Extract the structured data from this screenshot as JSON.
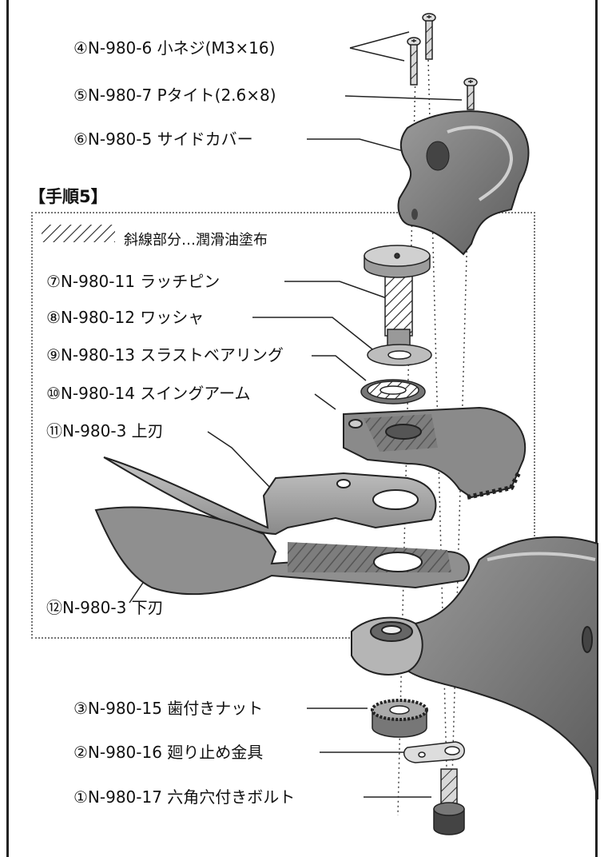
{
  "step_title": "【手順5】",
  "legend": {
    "text": "斜線部分…潤滑油塗布"
  },
  "parts": [
    {
      "id": "p4",
      "label": "④N-980-6 小ネジ(M3×16)"
    },
    {
      "id": "p5",
      "label": "⑤N-980-7 Pタイト(2.6×8)"
    },
    {
      "id": "p6",
      "label": "⑥N-980-5 サイドカバー"
    },
    {
      "id": "p7",
      "label": "⑦N-980-11 ラッチピン"
    },
    {
      "id": "p8",
      "label": "⑧N-980-12 ワッシャ"
    },
    {
      "id": "p9",
      "label": "⑨N-980-13 スラストベアリング"
    },
    {
      "id": "p10",
      "label": "⑩N-980-14 スイングアーム"
    },
    {
      "id": "p11",
      "label": "⑪N-980-3 上刃"
    },
    {
      "id": "p12",
      "label": "⑫N-980-3 下刃"
    },
    {
      "id": "p3",
      "label": "③N-980-15 歯付きナット"
    },
    {
      "id": "p2",
      "label": "②N-980-16 廻り止め金具"
    },
    {
      "id": "p1",
      "label": "①N-980-17 六角穴付きボルト"
    }
  ]
}
